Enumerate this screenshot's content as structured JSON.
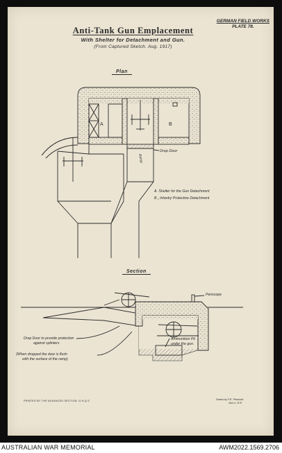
{
  "plate": {
    "line1": "GERMAN FIELD WORKS",
    "line2": "PLATE 78."
  },
  "title": "Anti-Tank Gun Emplacement",
  "subtitle": "With Shelter for Detachment and Gun.",
  "subsubtitle": "(From Captured Sketch. Aug. 1917)",
  "plan": {
    "heading": "Plan",
    "room_a": "A",
    "room_b": "B",
    "drop_door": "Drop Door",
    "ramp": "Ramp",
    "legend_a": "A.  Shelter for the Gun Detachment",
    "legend_b": "B     „   Infantry Protective Detachment"
  },
  "section": {
    "heading": "Section",
    "periscope": "Periscope",
    "ammo_1": "Ammunition Pit",
    "ammo_2": "under the gun.",
    "drop_door_1": "Drop Door to provide protection",
    "drop_door_2": "against splinters",
    "when_1": "(When dropped the door is flush",
    "when_2": "with the surface of the ramp)"
  },
  "printed_by": "PRINTED BY THE ADVANCED SECTION, G.H.Q.S.",
  "drawn_by_1": "Drawn by F.E. Pinwood",
  "drawn_by_2": "2nd Lt. R.E.",
  "footer": {
    "left": "AUSTRALIAN WAR MEMORIAL",
    "right": "AWM2022.1569.2706"
  },
  "colors": {
    "ink": "#2a2a2a",
    "paper": "#ebe4d3",
    "frame": "#0d0d0d"
  }
}
